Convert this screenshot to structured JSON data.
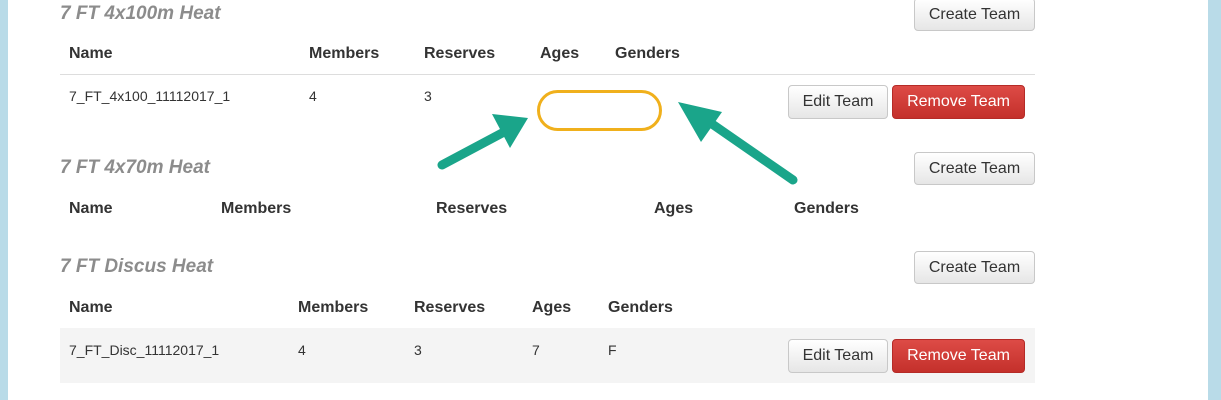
{
  "heats": [
    {
      "title": "7 FT 4x100m Heat",
      "create_label": "Create Team",
      "headers": [
        "Name",
        "Members",
        "Reserves",
        "Ages",
        "Genders"
      ],
      "rows": [
        {
          "name": "7_FT_4x100_11112017_1",
          "members": "4",
          "reserves": "3",
          "ages": "",
          "genders": "",
          "edit_label": "Edit Team",
          "remove_label": "Remove Team"
        }
      ]
    },
    {
      "title": "7 FT 4x70m Heat",
      "create_label": "Create Team",
      "headers": [
        "Name",
        "Members",
        "Reserves",
        "Ages",
        "Genders"
      ],
      "rows": []
    },
    {
      "title": "7 FT Discus Heat",
      "create_label": "Create Team",
      "headers": [
        "Name",
        "Members",
        "Reserves",
        "Ages",
        "Genders"
      ],
      "rows": [
        {
          "name": "7_FT_Disc_11112017_1",
          "members": "4",
          "reserves": "3",
          "ages": "7",
          "genders": "F",
          "edit_label": "Edit Team",
          "remove_label": "Remove Team"
        }
      ]
    }
  ],
  "annotations": {
    "arrow_color": "#1aa58a",
    "highlight_color": "#f0b01c"
  }
}
